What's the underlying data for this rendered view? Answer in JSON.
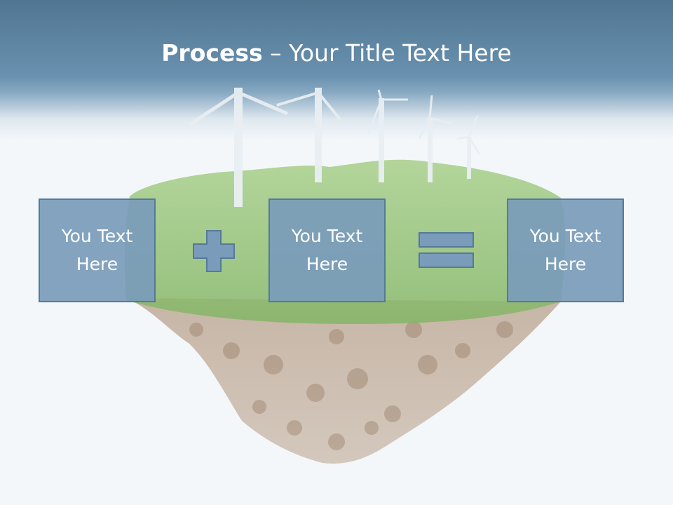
{
  "slide": {
    "title_bold": "Process",
    "title_rest": " – Your Title Text Here",
    "boxes": [
      {
        "text": "You Text Here"
      },
      {
        "text": "You Text Here"
      },
      {
        "text": "You Text Here"
      }
    ],
    "operators": [
      "plus-icon",
      "equals-icon"
    ],
    "colors": {
      "header": "#5f87a6",
      "box_fill": "#7a9cba",
      "box_border": "#557a98",
      "background": "#f3f7fa",
      "grass": "#8fbf6e",
      "soil": "#b39378"
    },
    "illustration": "floating-island-with-wind-turbines"
  }
}
